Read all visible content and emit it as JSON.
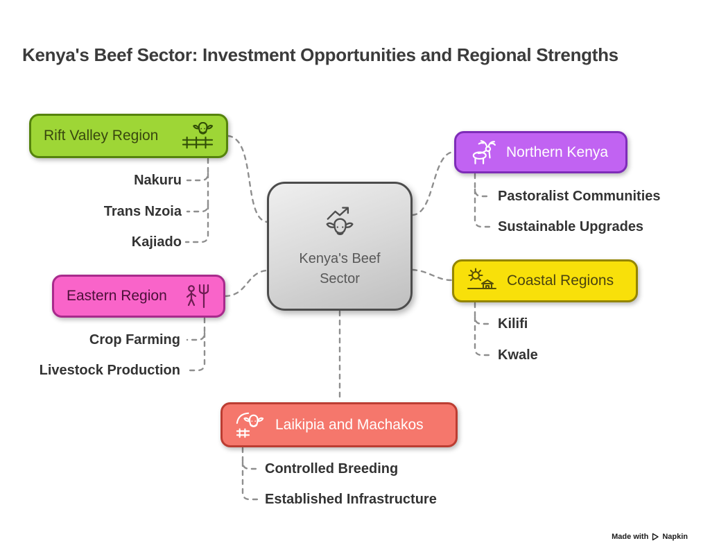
{
  "title": "Kenya's Beef Sector: Investment Opportunities and Regional Strengths",
  "center": {
    "label": "Kenya's Beef Sector",
    "icon": "cattle-trend-icon"
  },
  "branches": [
    {
      "label": "Rift Valley Region",
      "icon": "cattle-fence-icon",
      "color": "#9ed636",
      "border_color": "#55830d",
      "children": [
        "Nakuru",
        "Trans Nzoia",
        "Kajiado"
      ]
    },
    {
      "label": "Eastern Region",
      "icon": "pitchfork-icon",
      "color": "#f964c9",
      "border_color": "#a82a8c",
      "children": [
        "Crop Farming",
        "Livestock Production"
      ]
    },
    {
      "label": "Northern Kenya",
      "icon": "antelope-icon",
      "color": "#c163f2",
      "border_color": "#7e2cb8",
      "children": [
        "Pastoralist Communities",
        "Sustainable Upgrades"
      ]
    },
    {
      "label": "Coastal Regions",
      "icon": "sun-coast-icon",
      "color": "#f8e00a",
      "border_color": "#948500",
      "children": [
        "Kilifi",
        "Kwale"
      ]
    },
    {
      "label": "Laikipia and Machakos",
      "icon": "cattle-pen-icon",
      "color": "#f5776c",
      "border_color": "#bc3d32",
      "children": [
        "Controlled Breeding",
        "Established Infrastructure"
      ]
    }
  ],
  "watermark": {
    "made_with": "Made with",
    "brand": "Napkin"
  }
}
